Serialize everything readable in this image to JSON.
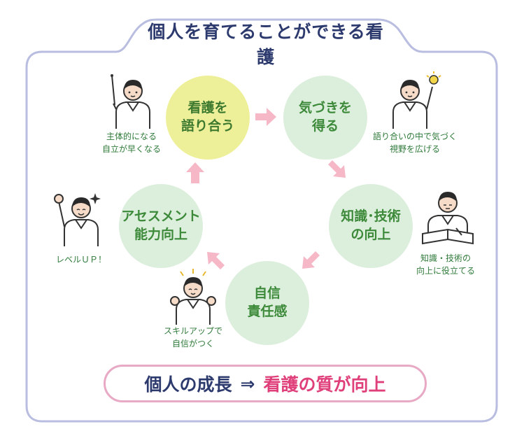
{
  "title": "個人を育てることができる看護",
  "cycle": [
    {
      "line1": "看護を",
      "line2": "語り合う"
    },
    {
      "line1": "気づきを",
      "line2": "得る"
    },
    {
      "line1": "知識･技術",
      "line2": "の向上"
    },
    {
      "line1": "自信",
      "line2": "責任感"
    },
    {
      "line1": "アセスメント",
      "line2": "能力向上"
    }
  ],
  "captions": {
    "top_left": {
      "line1": "主体的になる",
      "line2": "自立が早くなる"
    },
    "top_right": {
      "line1": "語り合いの中で気づく",
      "line2": "視野を広げる"
    },
    "right": {
      "line1": "知識・技術の",
      "line2": "向上に役立てる"
    },
    "bottom": {
      "line1": "スキルアップで",
      "line2": "自信がつく"
    },
    "left": {
      "line1": "レベルＵＰ！"
    }
  },
  "conclusion": {
    "left": "個人の成長",
    "arrow": "⇒",
    "right": "看護の質が向上"
  },
  "colors": {
    "frame": "#b9bde0",
    "title": "#2d3a6e",
    "circle_green": "#dceedc",
    "circle_yellow": "#eef099",
    "circle_text": "#3d8a3a",
    "arrow": "#f6b8c6",
    "pill_border": "#e8a9c5",
    "accent_pink": "#e0407a"
  },
  "icons": [
    "nurse-pointer-icon",
    "nurse-idea-icon",
    "nurse-writing-icon",
    "nurse-cheer-icon",
    "nurse-fist-icon"
  ]
}
